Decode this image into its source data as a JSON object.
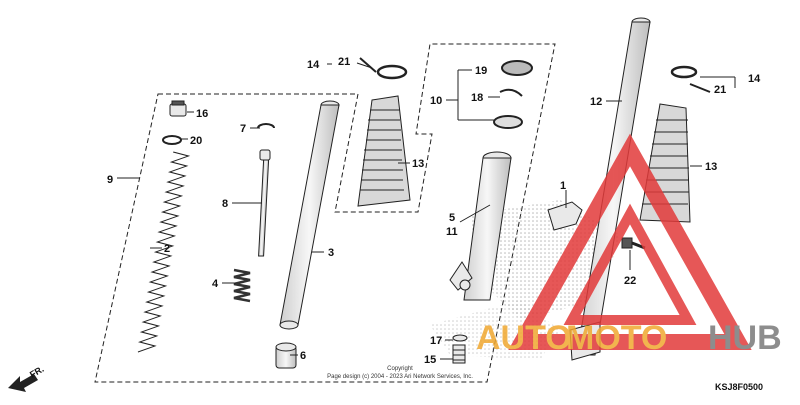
{
  "diagram": {
    "callouts": {
      "c1": "1",
      "c2": "2",
      "c3": "3",
      "c4": "4",
      "c5": "5",
      "c6": "6",
      "c7": "7",
      "c8": "8",
      "c9": "9",
      "c10": "10",
      "c11": "11",
      "c12": "12",
      "c13_left": "13",
      "c13_right": "13",
      "c14_left": "14",
      "c14_right": "14",
      "c15": "15",
      "c16": "16",
      "c17": "17",
      "c18": "18",
      "c19": "19",
      "c20": "20",
      "c21_left": "21",
      "c21_right": "21",
      "c22": "22"
    },
    "copyright_line1": "Copyright",
    "copyright_line2": "Page design (c) 2004 - 2023 Ari Network Services, Inc.",
    "front_indicator": "FR.",
    "diagram_code": "KSJ8F0500"
  },
  "watermark": {
    "word_auto": "AUTO",
    "word_moto": "MOTO",
    "word_hub": "HUB",
    "color_orange": "#f0a830",
    "color_red": "#e23a3a",
    "color_gray": "#7a7a7a"
  }
}
